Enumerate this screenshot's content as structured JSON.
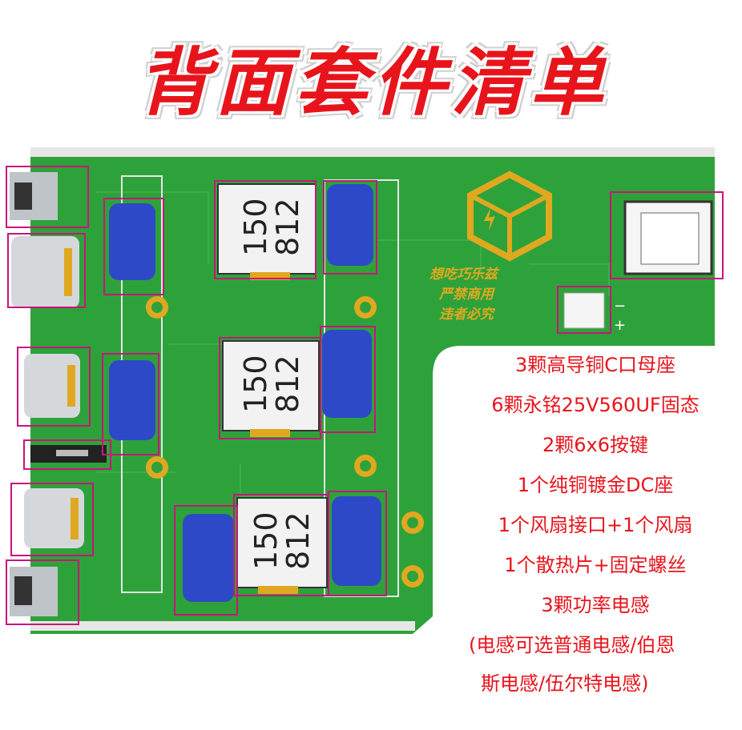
{
  "title": "背面套件清单",
  "board": {
    "inductors": [
      {
        "line1": "150",
        "line2": "812"
      },
      {
        "line1": "150",
        "line2": "812"
      },
      {
        "line1": "150",
        "line2": "812"
      }
    ],
    "logo_lines": [
      "想吃巧乐兹",
      "严禁商用",
      "违者必究"
    ],
    "polarity": {
      "minus": "−",
      "plus": "+"
    }
  },
  "features": [
    "3颗高导铜C口母座",
    "6颗永铭25V560UF固态",
    "2颗6x6按键",
    "1个纯铜镀金DC座",
    "1个风扇接口+1个风扇",
    "1个散热片+固定螺丝",
    "3颗功率电感"
  ],
  "note_lines": [
    "(电感可选普通电感/伯恩",
    "斯电感/伍尔特电感)"
  ],
  "colors": {
    "pcb": "#2ea23a",
    "highlight": "#c8157a",
    "text_red": "#e8141c",
    "capacitor": "#2d49c8",
    "gold": "#e0a820"
  }
}
